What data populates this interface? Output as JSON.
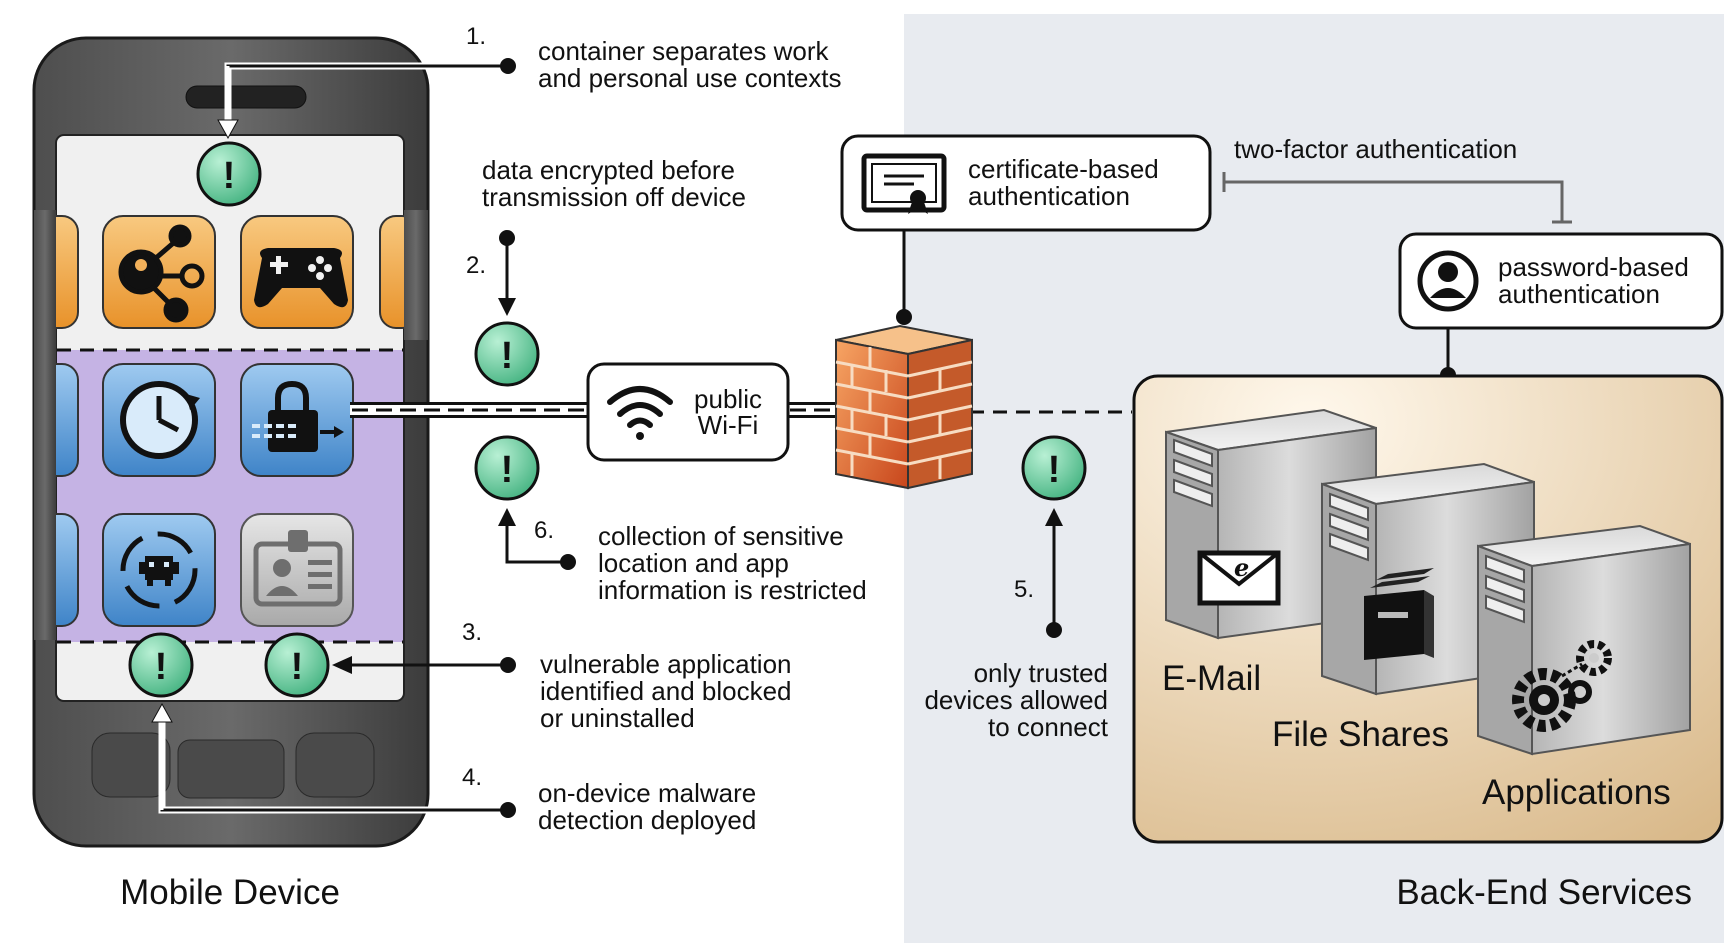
{
  "steps": {
    "s1": {
      "number": "1.",
      "line1": "container separates work",
      "line2": "and personal use contexts"
    },
    "s2": {
      "number": "2.",
      "line1": "data encrypted before",
      "line2": "transmission off device"
    },
    "s3": {
      "number": "3.",
      "line1": "vulnerable application",
      "line2": "identified and blocked",
      "line3": "or uninstalled"
    },
    "s4": {
      "number": "4.",
      "line1": "on-device malware",
      "line2": "detection deployed"
    },
    "s5": {
      "number": "5.",
      "line1": "only trusted",
      "line2": "devices allowed",
      "line3": "to connect"
    },
    "s6": {
      "number": "6.",
      "line1": "collection of sensitive",
      "line2": "location and app",
      "line3": "information is restricted"
    }
  },
  "auth": {
    "certificate": {
      "line1": "certificate-based",
      "line2": "authentication"
    },
    "password": {
      "line1": "password-based",
      "line2": "authentication"
    },
    "two_factor": "two-factor authentication"
  },
  "network": {
    "wifi_line1": "public",
    "wifi_line2": "Wi-Fi"
  },
  "servers": {
    "email": "E-Mail",
    "files": "File Shares",
    "apps": "Applications"
  },
  "sections": {
    "mobile": "Mobile Device",
    "backend": "Back-End Services"
  },
  "colors": {
    "backend_bg": "#e8ebf0",
    "alert_fill": "#5cc99a",
    "work_container": "#c5b3e4",
    "personal_app": "#f1a13a",
    "work_app": "#4b92d3",
    "firewall_brick": "#e0703a",
    "server_area": "#e3c9a0"
  },
  "icons": {
    "alerts": "exclamation-icon",
    "apps": [
      "social-network-icon",
      "gamepad-icon",
      "clock-icon",
      "encryption-lock-icon",
      "malware-target-icon",
      "id-card-icon"
    ],
    "wifi": "wifi-icon",
    "certificate": "certificate-icon",
    "password": "user-icon",
    "firewall": "firewall-icon",
    "server": "server-icon"
  }
}
